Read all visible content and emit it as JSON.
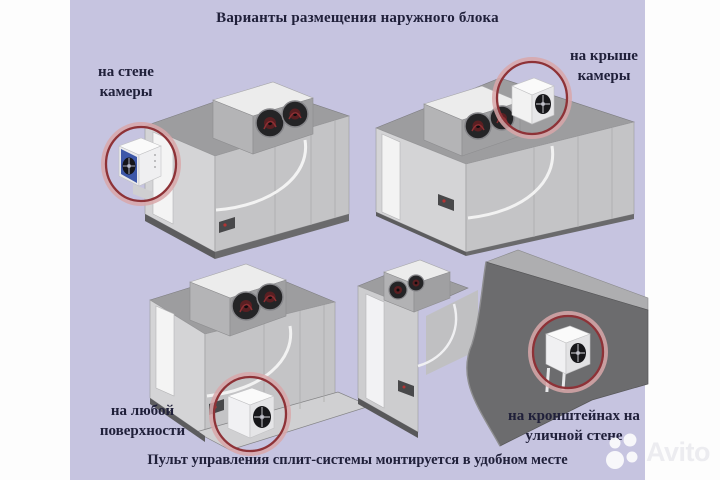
{
  "page": {
    "title": "Варианты размещения наружного блока",
    "caption": "Пульт управления сплит-системы монтируется в удобном месте",
    "background_color": "#c6c4e0",
    "margin_color": "#fdfdfd",
    "text_color": "#20203a",
    "highlight_circle_color": "#8e3237"
  },
  "variants": [
    {
      "label": "на стене камеры"
    },
    {
      "label": "на крыше камеры"
    },
    {
      "label": "на любой поверхности"
    },
    {
      "label": "на кронштейнах на уличной стене"
    }
  ],
  "watermark": {
    "brand": "Avito"
  }
}
